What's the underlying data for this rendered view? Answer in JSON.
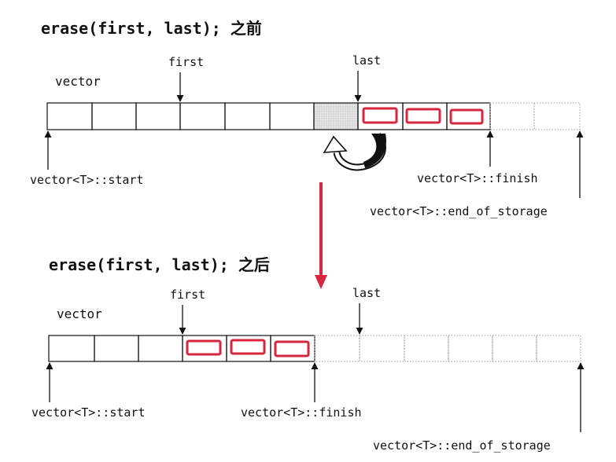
{
  "colors": {
    "line": "#111111",
    "dotted": "#9a9a9a",
    "highlight": "#d7263d",
    "arrow_red": "#d7263d",
    "hatched": "#dcdcdc"
  },
  "before": {
    "title": "erase(first, last); 之前",
    "container_label": "vector",
    "pointer_first": "first",
    "pointer_last": "last",
    "label_start": "vector<T>::start",
    "label_finish": "vector<T>::finish",
    "label_end_of_storage": "vector<T>::end_of_storage",
    "icons": [
      "copy-back-curved-arrow-icon"
    ]
  },
  "after": {
    "title": "erase(first, last); 之后",
    "container_label": "vector",
    "pointer_first": "first",
    "pointer_last": "last",
    "label_start": "vector<T>::start",
    "label_finish": "vector<T>::finish",
    "label_end_of_storage": "vector<T>::end_of_storage"
  },
  "transition_icon": "down-arrow-icon"
}
